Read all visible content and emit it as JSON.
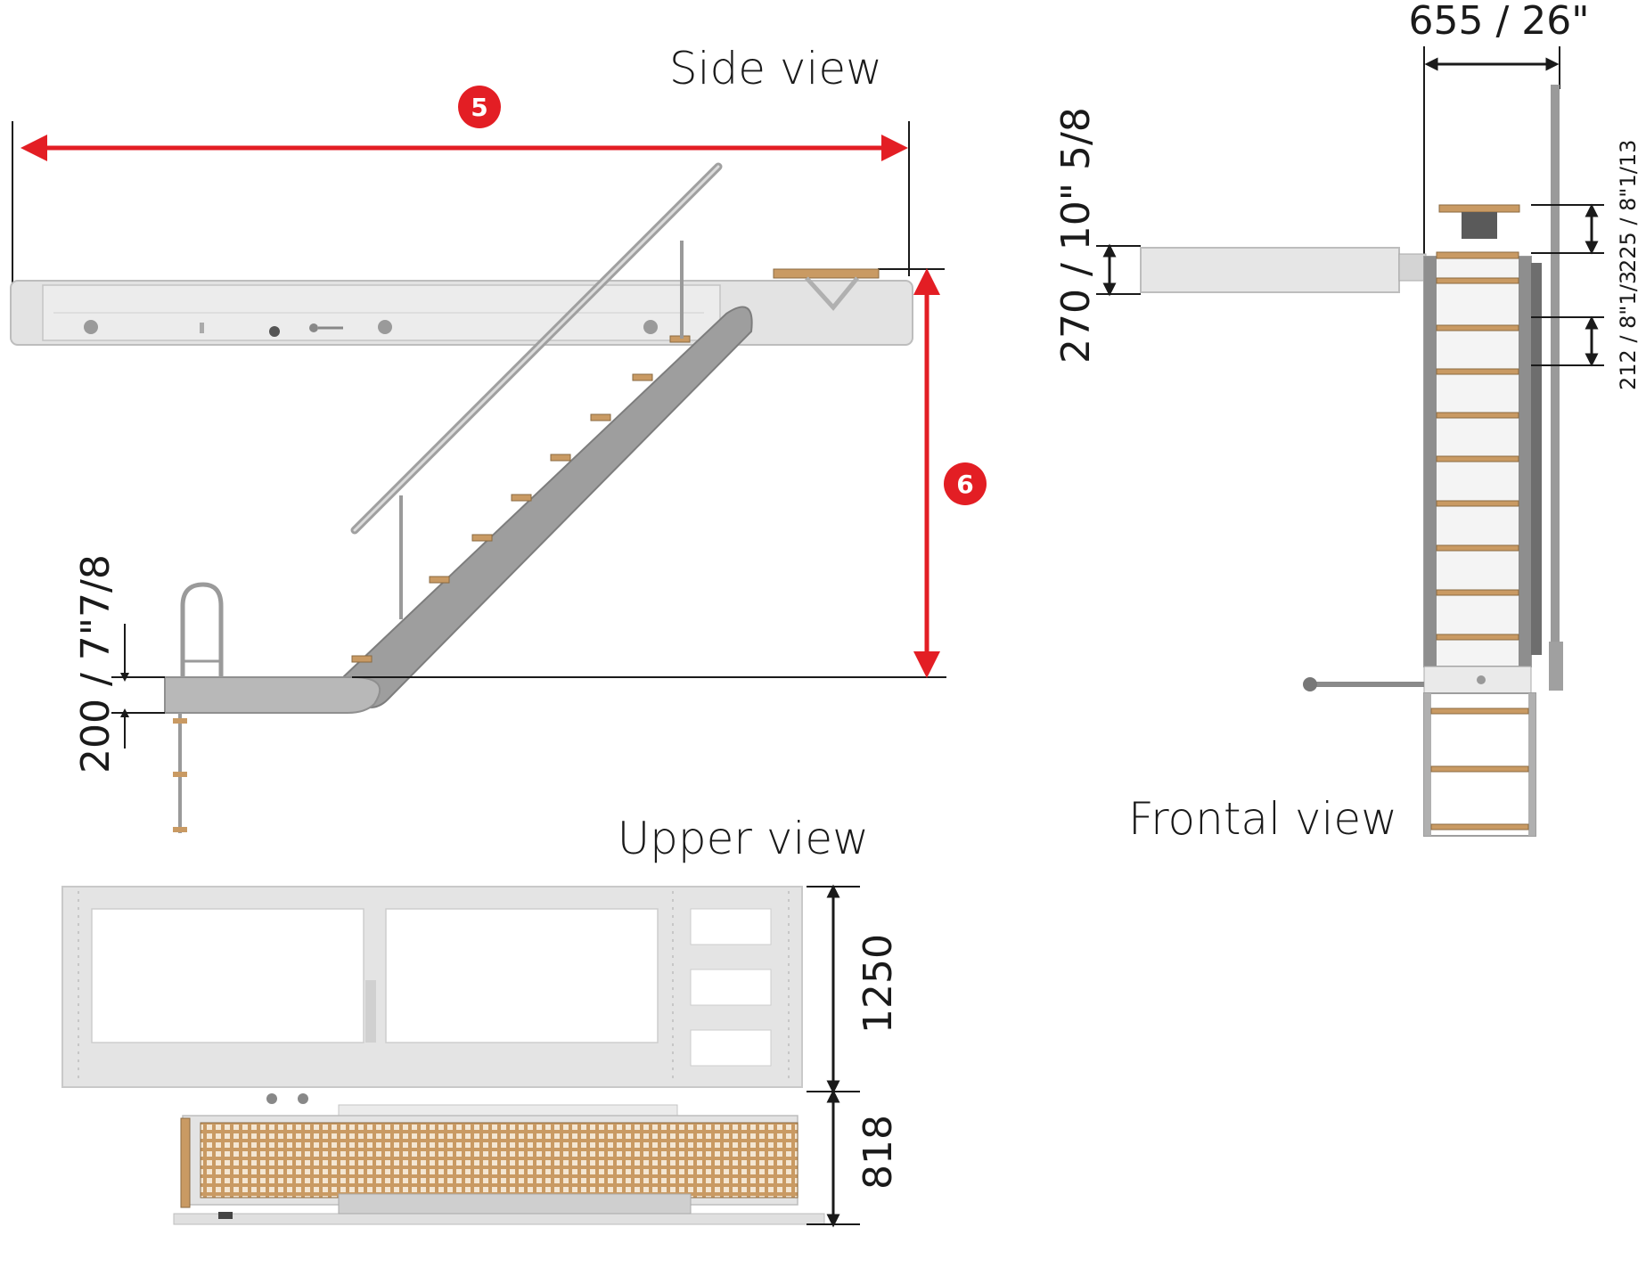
{
  "views": {
    "side": {
      "title": "Side view",
      "badge_length": "5",
      "badge_height": "6",
      "dim_step": "200 / 7\"7/8"
    },
    "upper": {
      "title": "Upper view",
      "dim_width_main": "1250",
      "dim_width_ladder": "818"
    },
    "frontal": {
      "title": "Frontal view",
      "dim_width": "655 / 26\"",
      "dim_platform": "270 / 10\" 5/8",
      "dim_top_step": "225 / 8\"1/13",
      "dim_step_pitch": "212 / 8\"1/3"
    }
  },
  "colors": {
    "accent_red": "#e31e24",
    "metal_light": "#e6e6e6",
    "metal_mid": "#b3b3b3",
    "metal_dark": "#8c8c8c",
    "teak": "#c99a63",
    "line": "#1a1a1a"
  }
}
